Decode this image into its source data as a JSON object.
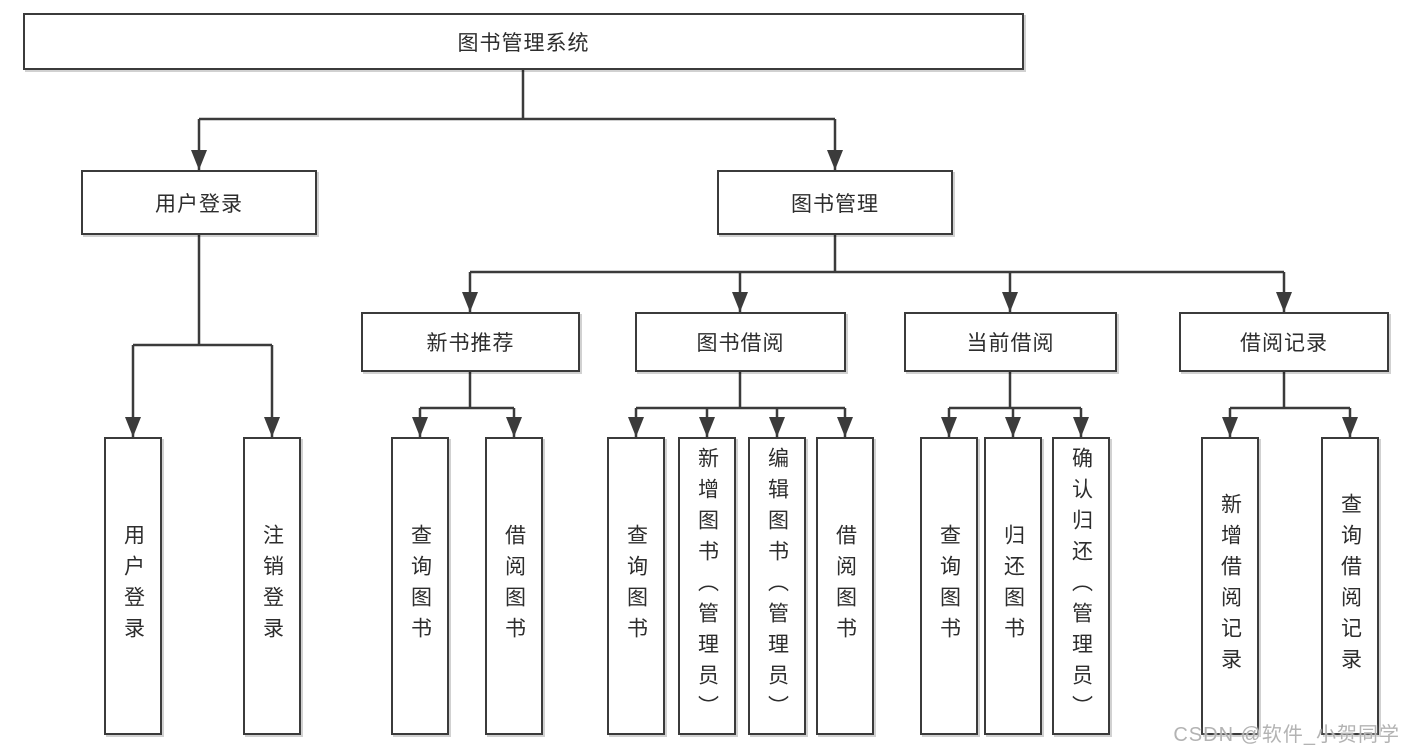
{
  "tree": {
    "label": "图书管理系统",
    "children": [
      {
        "label": "用户登录",
        "children": [
          {
            "label": "用户登录"
          },
          {
            "label": "注销登录"
          }
        ]
      },
      {
        "label": "图书管理",
        "children": [
          {
            "label": "新书推荐",
            "children": [
              {
                "label": "查询图书"
              },
              {
                "label": "借阅图书"
              }
            ]
          },
          {
            "label": "图书借阅",
            "children": [
              {
                "label": "查询图书"
              },
              {
                "label": "新增图书（管理员）"
              },
              {
                "label": "编辑图书（管理员）"
              },
              {
                "label": "借阅图书"
              }
            ]
          },
          {
            "label": "当前借阅",
            "children": [
              {
                "label": "查询图书"
              },
              {
                "label": "归还图书"
              },
              {
                "label": "确认归还（管理员）"
              }
            ]
          },
          {
            "label": "借阅记录",
            "children": [
              {
                "label": "新增借阅记录"
              },
              {
                "label": "查询借阅记录"
              }
            ]
          }
        ]
      }
    ]
  },
  "watermark": {
    "text": "CSDN @软件_小贺同学"
  },
  "colors": {
    "line": "#3b3b3b",
    "box_border": "#3b3b3b",
    "text": "#2d2d2d",
    "watermark": "#b3b3b3",
    "background": "#ffffff"
  }
}
